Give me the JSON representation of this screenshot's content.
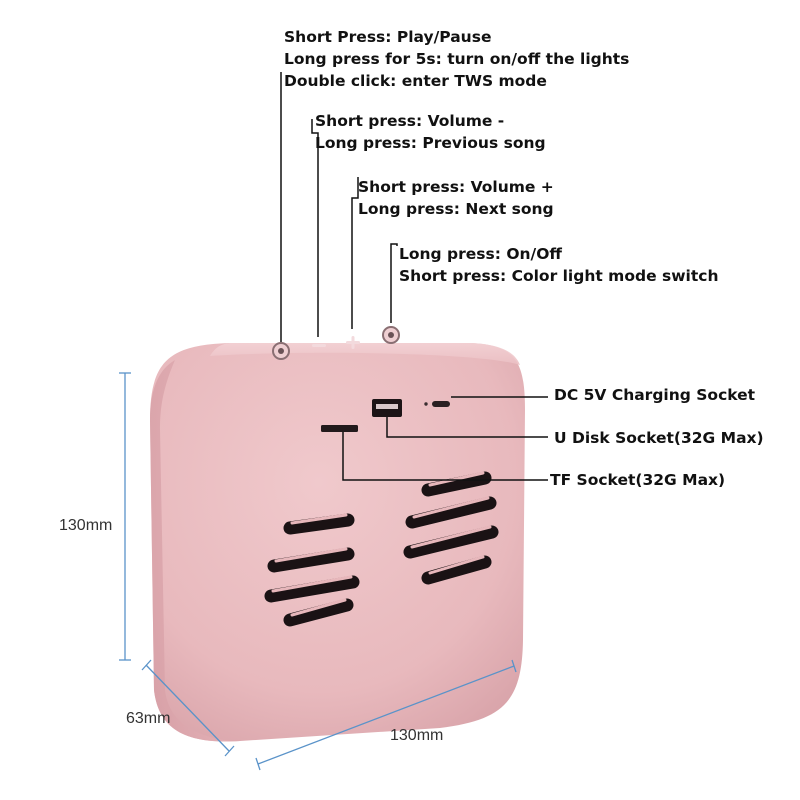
{
  "callouts": {
    "play_pause": {
      "line1": "Short Press: Play/Pause",
      "line2": "Long press for 5s: turn on/off the lights",
      "line3": "Double click: enter TWS mode"
    },
    "volume_down": {
      "line1": "Short press: Volume -",
      "line2": "Long press: Previous song"
    },
    "volume_up": {
      "line1": "Short press: Volume +",
      "line2": "Long press: Next song"
    },
    "power": {
      "line1": "Long press: On/Off",
      "line2": "Short press: Color light mode switch"
    },
    "dc_socket": "DC 5V Charging Socket",
    "u_disk": "U Disk Socket(32G Max)",
    "tf_socket": "TF Socket(32G Max)"
  },
  "dimensions": {
    "height": "130mm",
    "depth": "63mm",
    "width": "130mm"
  },
  "colors": {
    "speaker_body": "#e8b9bd",
    "speaker_shadow": "#d49ea4",
    "dimension_line": "#5a93c9",
    "leader_line": "#111111"
  },
  "icons": [
    "play-pause-icon",
    "minus-icon",
    "plus-icon",
    "power-icon"
  ]
}
